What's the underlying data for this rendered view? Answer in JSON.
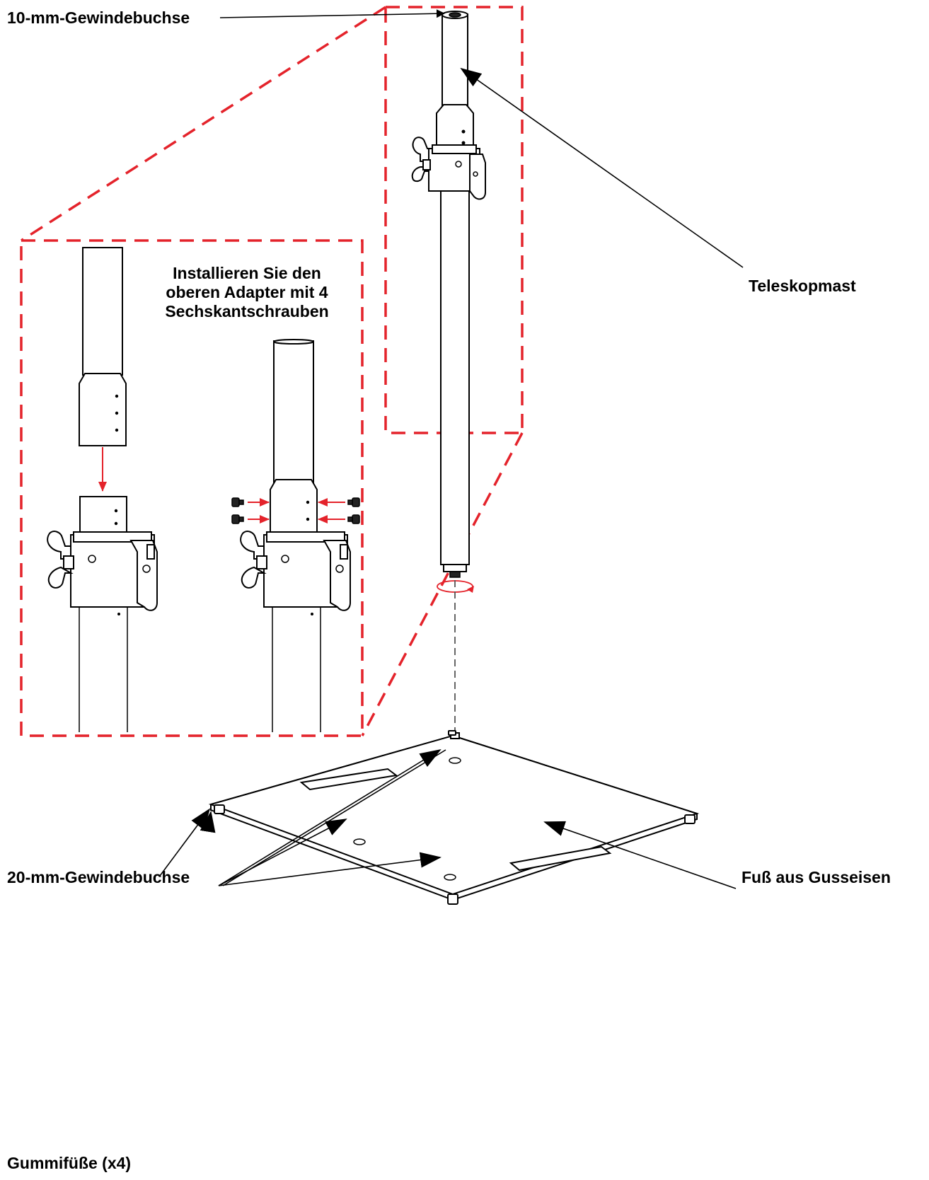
{
  "labels": {
    "socket_10mm": "10-mm-Gewindebuchse",
    "telescoping_mast": "Teleskopmast",
    "socket_20mm": "20-mm-Gewindebuchse",
    "cast_iron_base": "Fuß aus Gusseisen",
    "rubber_feet": "Gummifüße (x4)"
  },
  "note": {
    "line1": "Installieren Sie den",
    "line2": "oberen Adapter mit 4",
    "line3": "Sechskantschrauben"
  },
  "colors": {
    "accent_red": "#e4232b",
    "line": "#000000"
  }
}
